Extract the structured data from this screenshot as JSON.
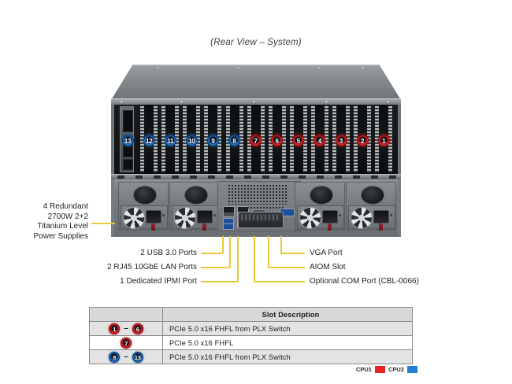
{
  "title": "(Rear View – System)",
  "colors": {
    "callout": "#e9c83c",
    "cpu1": "#ee2222",
    "cpu2": "#1f7fd4",
    "slot_red": "#d21a22",
    "slot_blue": "#1d72c8"
  },
  "chassis": {
    "name": "rear-view-system",
    "slots": [
      {
        "number": "13",
        "color": "blue"
      },
      {
        "number": "12",
        "color": "blue"
      },
      {
        "number": "11",
        "color": "blue"
      },
      {
        "number": "10",
        "color": "blue"
      },
      {
        "number": "9",
        "color": "blue"
      },
      {
        "number": "8",
        "color": "blue"
      },
      {
        "number": "7",
        "color": "red"
      },
      {
        "number": "6",
        "color": "red"
      },
      {
        "number": "5",
        "color": "red"
      },
      {
        "number": "4",
        "color": "red"
      },
      {
        "number": "3",
        "color": "red"
      },
      {
        "number": "2",
        "color": "red"
      },
      {
        "number": "1",
        "color": "red"
      }
    ]
  },
  "callouts": {
    "power_supplies": "4 Redundant\n2700W 2+2\nTitanium Level\nPower Supplies",
    "power_supplies_lines": [
      "4 Redundant",
      "2700W 2+2",
      "Titanium Level",
      "Power Supplies"
    ],
    "left": [
      "2 USB 3.0 Ports",
      "2 RJ45 10GbE LAN Ports",
      "1 Dedicated IPMI Port"
    ],
    "right": [
      "VGA Port",
      "AIOM Slot",
      "Optional COM Port (CBL-0066)"
    ]
  },
  "slot_table": {
    "header_key": "",
    "header_desc": "Slot Description",
    "rows": [
      {
        "from": "1",
        "dash": "–",
        "to": "6",
        "badge_color": "red",
        "description": "PCIe 5.0 x16 FHFL from PLX Switch"
      },
      {
        "from": "7",
        "dash": "",
        "to": "",
        "badge_color": "red",
        "description": "PCIe 5.0 x16 FHFL"
      },
      {
        "from": "8",
        "dash": "–",
        "to": "13",
        "badge_color": "blue",
        "description": "PCIe 5.0 x16 FHFL from PLX Switch"
      }
    ]
  },
  "cpu_legend": [
    {
      "label": "CPU1",
      "color": "#ee2222"
    },
    {
      "label": "CPU2",
      "color": "#1f7fd4"
    }
  ]
}
